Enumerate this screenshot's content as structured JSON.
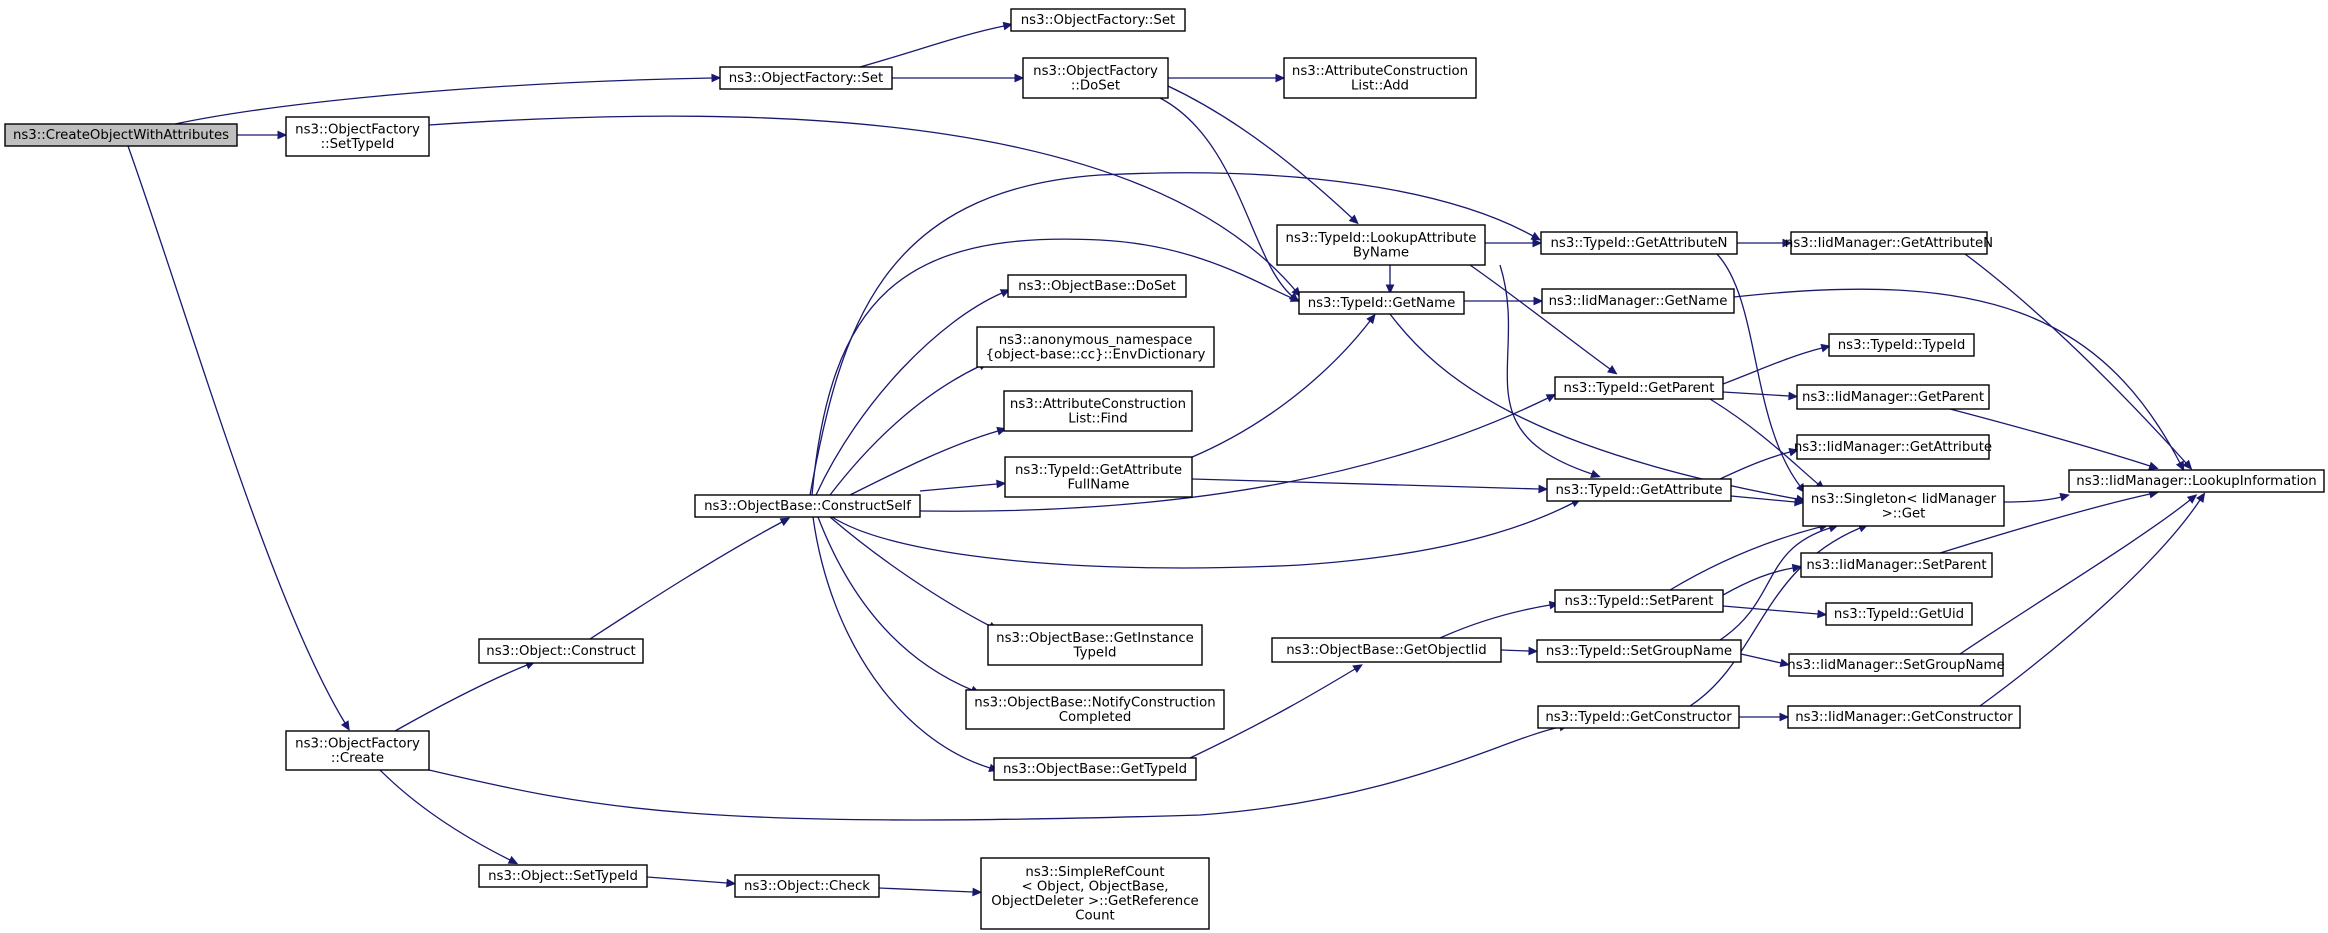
{
  "colors": {
    "edge": "#191970",
    "root_fill": "#bfbfbf",
    "node_fill": "#ffffff",
    "node_border": "#000000"
  },
  "nodes": [
    {
      "id": "root",
      "lines": [
        "ns3::CreateObjectWithAttributes"
      ],
      "root": true
    },
    {
      "id": "ofSet1",
      "lines": [
        "ns3::ObjectFactory::Set"
      ]
    },
    {
      "id": "ofSet2",
      "lines": [
        "ns3::ObjectFactory::Set"
      ]
    },
    {
      "id": "ofDoSet",
      "lines": [
        "ns3::ObjectFactory",
        "::DoSet"
      ]
    },
    {
      "id": "aclAdd",
      "lines": [
        "ns3::AttributeConstruction",
        "List::Add"
      ]
    },
    {
      "id": "ofSetTypeId",
      "lines": [
        "ns3::ObjectFactory",
        "::SetTypeId"
      ]
    },
    {
      "id": "ofCreate",
      "lines": [
        "ns3::ObjectFactory",
        "::Create"
      ]
    },
    {
      "id": "objConstruct",
      "lines": [
        "ns3::Object::Construct"
      ]
    },
    {
      "id": "objSetTypeId",
      "lines": [
        "ns3::Object::SetTypeId"
      ]
    },
    {
      "id": "objCheck",
      "lines": [
        "ns3::Object::Check"
      ]
    },
    {
      "id": "srcGetRef",
      "lines": [
        "ns3::SimpleRefCount",
        "< Object, ObjectBase,",
        " ObjectDeleter >::GetReference",
        "Count"
      ]
    },
    {
      "id": "obConstructSelf",
      "lines": [
        "ns3::ObjectBase::ConstructSelf"
      ]
    },
    {
      "id": "obDoSet",
      "lines": [
        "ns3::ObjectBase::DoSet"
      ]
    },
    {
      "id": "envDict",
      "lines": [
        "ns3::anonymous_namespace",
        "{object-base::cc}::EnvDictionary"
      ]
    },
    {
      "id": "aclFind",
      "lines": [
        "ns3::AttributeConstruction",
        "List::Find"
      ]
    },
    {
      "id": "tidGetAttrFullName",
      "lines": [
        "ns3::TypeId::GetAttribute",
        "FullName"
      ]
    },
    {
      "id": "obGetInstanceTypeId",
      "lines": [
        "ns3::ObjectBase::GetInstance",
        "TypeId"
      ]
    },
    {
      "id": "obNotify",
      "lines": [
        "ns3::ObjectBase::NotifyConstruction",
        "Completed"
      ]
    },
    {
      "id": "obGetTypeId",
      "lines": [
        "ns3::ObjectBase::GetTypeId"
      ]
    },
    {
      "id": "tidLookupAttr",
      "lines": [
        "ns3::TypeId::LookupAttribute",
        "ByName"
      ]
    },
    {
      "id": "tidGetName",
      "lines": [
        "ns3::TypeId::GetName"
      ]
    },
    {
      "id": "obGetObjectIid",
      "lines": [
        "ns3::ObjectBase::GetObjectIid"
      ]
    },
    {
      "id": "tidGetAttributeN",
      "lines": [
        "ns3::TypeId::GetAttributeN"
      ]
    },
    {
      "id": "iidGetName",
      "lines": [
        "ns3::IidManager::GetName"
      ]
    },
    {
      "id": "tidGetParent",
      "lines": [
        "ns3::TypeId::GetParent"
      ]
    },
    {
      "id": "tidGetAttribute",
      "lines": [
        "ns3::TypeId::GetAttribute"
      ]
    },
    {
      "id": "tidSetParent",
      "lines": [
        "ns3::TypeId::SetParent"
      ]
    },
    {
      "id": "tidSetGroupName",
      "lines": [
        "ns3::TypeId::SetGroupName"
      ]
    },
    {
      "id": "tidGetConstructor",
      "lines": [
        "ns3::TypeId::GetConstructor"
      ]
    },
    {
      "id": "iidGetAttributeN",
      "lines": [
        "ns3::IidManager::GetAttributeN"
      ]
    },
    {
      "id": "tidTypeId",
      "lines": [
        "ns3::TypeId::TypeId"
      ]
    },
    {
      "id": "iidGetParent",
      "lines": [
        "ns3::IidManager::GetParent"
      ]
    },
    {
      "id": "iidGetAttribute",
      "lines": [
        "ns3::IidManager::GetAttribute"
      ]
    },
    {
      "id": "singletonGet",
      "lines": [
        "ns3::Singleton< IidManager",
        " >::Get"
      ]
    },
    {
      "id": "iidSetParent",
      "lines": [
        "ns3::IidManager::SetParent"
      ]
    },
    {
      "id": "tidGetUid",
      "lines": [
        "ns3::TypeId::GetUid"
      ]
    },
    {
      "id": "iidSetGroupName",
      "lines": [
        "ns3::IidManager::SetGroupName"
      ]
    },
    {
      "id": "iidGetConstructor",
      "lines": [
        "ns3::IidManager::GetConstructor"
      ]
    },
    {
      "id": "iidLookupInfo",
      "lines": [
        "ns3::IidManager::LookupInformation"
      ]
    }
  ]
}
